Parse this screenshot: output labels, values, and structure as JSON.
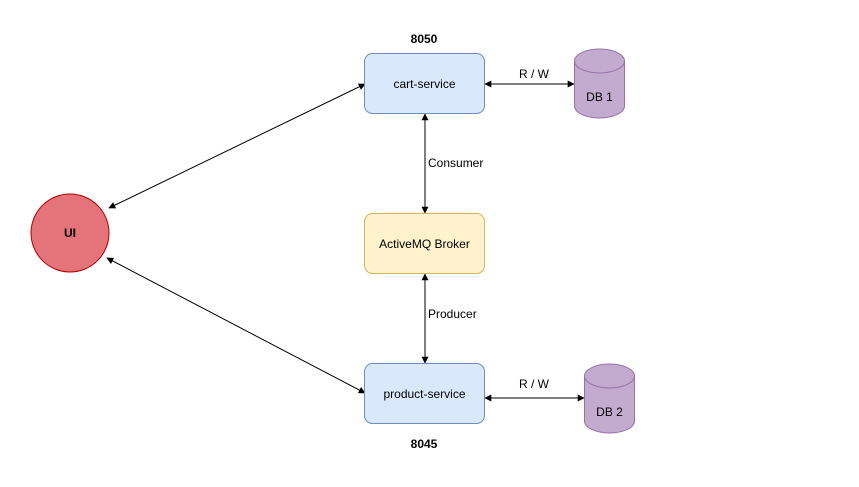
{
  "diagram": {
    "nodes": {
      "ui": {
        "label": "UI",
        "fill": "#e5737a",
        "stroke": "#b20000"
      },
      "cart_service": {
        "label": "cart-service",
        "port": "8050",
        "fill": "#dae8fc",
        "stroke": "#6c8ebf"
      },
      "broker": {
        "label": "ActiveMQ Broker",
        "fill": "#fff2cc",
        "stroke": "#d6b656"
      },
      "product_service": {
        "label": "product-service",
        "port": "8045",
        "fill": "#dae8fc",
        "stroke": "#6c8ebf"
      },
      "db1": {
        "label": "DB 1",
        "fill": "#c3abd0",
        "stroke": "#9673a6"
      },
      "db2": {
        "label": "DB 2",
        "fill": "#c3abd0",
        "stroke": "#9673a6"
      }
    },
    "edges": {
      "cart_db1": {
        "label": "R / W"
      },
      "product_db2": {
        "label": "R / W"
      },
      "cart_broker": {
        "label": "Consumer"
      },
      "product_broker": {
        "label": "Producer"
      }
    }
  }
}
